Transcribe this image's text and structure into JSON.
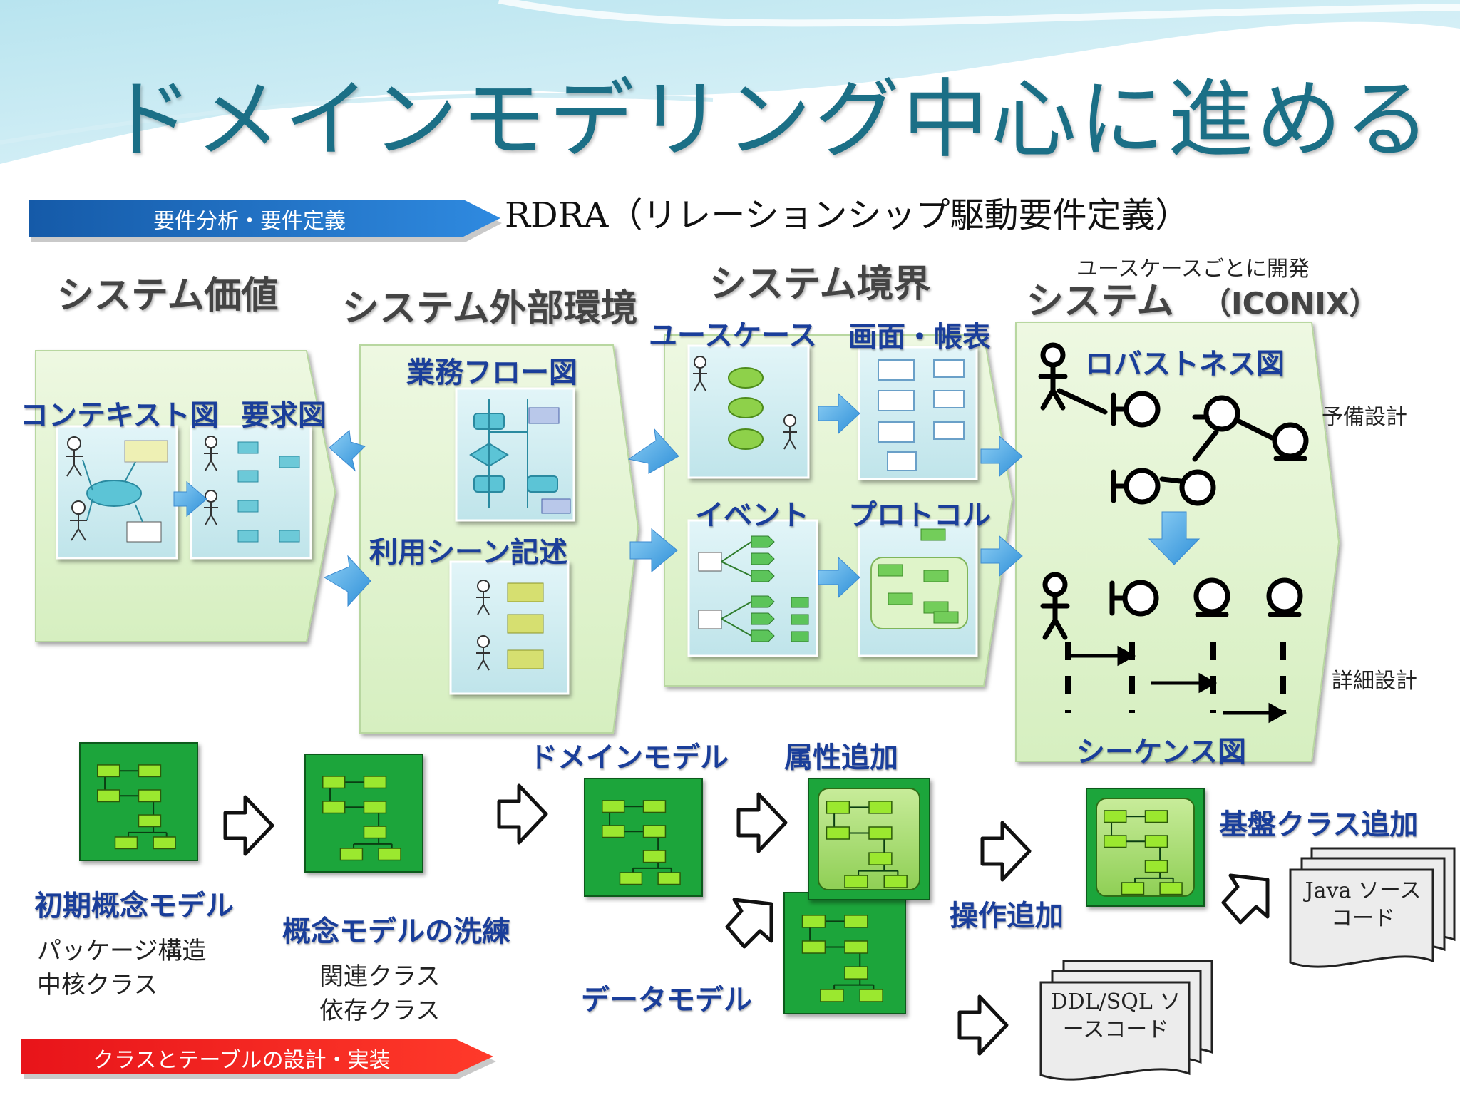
{
  "title": "ドメインモデリング中心に進める",
  "banner_top": "要件分析・要件定義",
  "rdra_label": "RDRA（リレーションシップ駆動要件定義）",
  "sections": {
    "value": "システム価値",
    "external": "システム外部環境",
    "boundary": "システム境界",
    "system": "システム",
    "iconix_line1": "ユースケースごとに開発",
    "iconix_line2": "（ICONIX）"
  },
  "labels": {
    "context": "コンテキスト図",
    "requirements": "要求図",
    "business_flow": "業務フロー図",
    "usage_scene": "利用シーン記述",
    "usecase": "ユースケース",
    "screen_report": "画面・帳表",
    "event": "イベント",
    "protocol": "プロトコル",
    "robustness": "ロバストネス図",
    "preliminary": "予備設計",
    "detailed": "詳細設計",
    "sequence": "シーケンス図"
  },
  "bottom": {
    "initial_model": "初期概念モデル",
    "initial_note1": "パッケージ構造",
    "initial_note2": "中核クラス",
    "refine": "概念モデルの洗練",
    "refine_note1": "関連クラス",
    "refine_note2": "依存クラス",
    "domain_model": "ドメインモデル",
    "attr_add": "属性追加",
    "data_model": "データモデル",
    "op_add": "操作追加",
    "base_class": "基盤クラス追加",
    "java_doc": "Java ソースコード",
    "sql_doc": "DDL/SQL ソースコード",
    "banner_bottom": "クラスとテーブルの設計・実装"
  },
  "colors": {
    "title": "#1b6f86",
    "heading_blue": "#1a3e9a",
    "panel_green": "#e6f5d6",
    "model_green": "#1fa53a",
    "class_box": "#9be82f",
    "banner_blue": "#1f6fc4",
    "banner_red": "#e8141a"
  }
}
